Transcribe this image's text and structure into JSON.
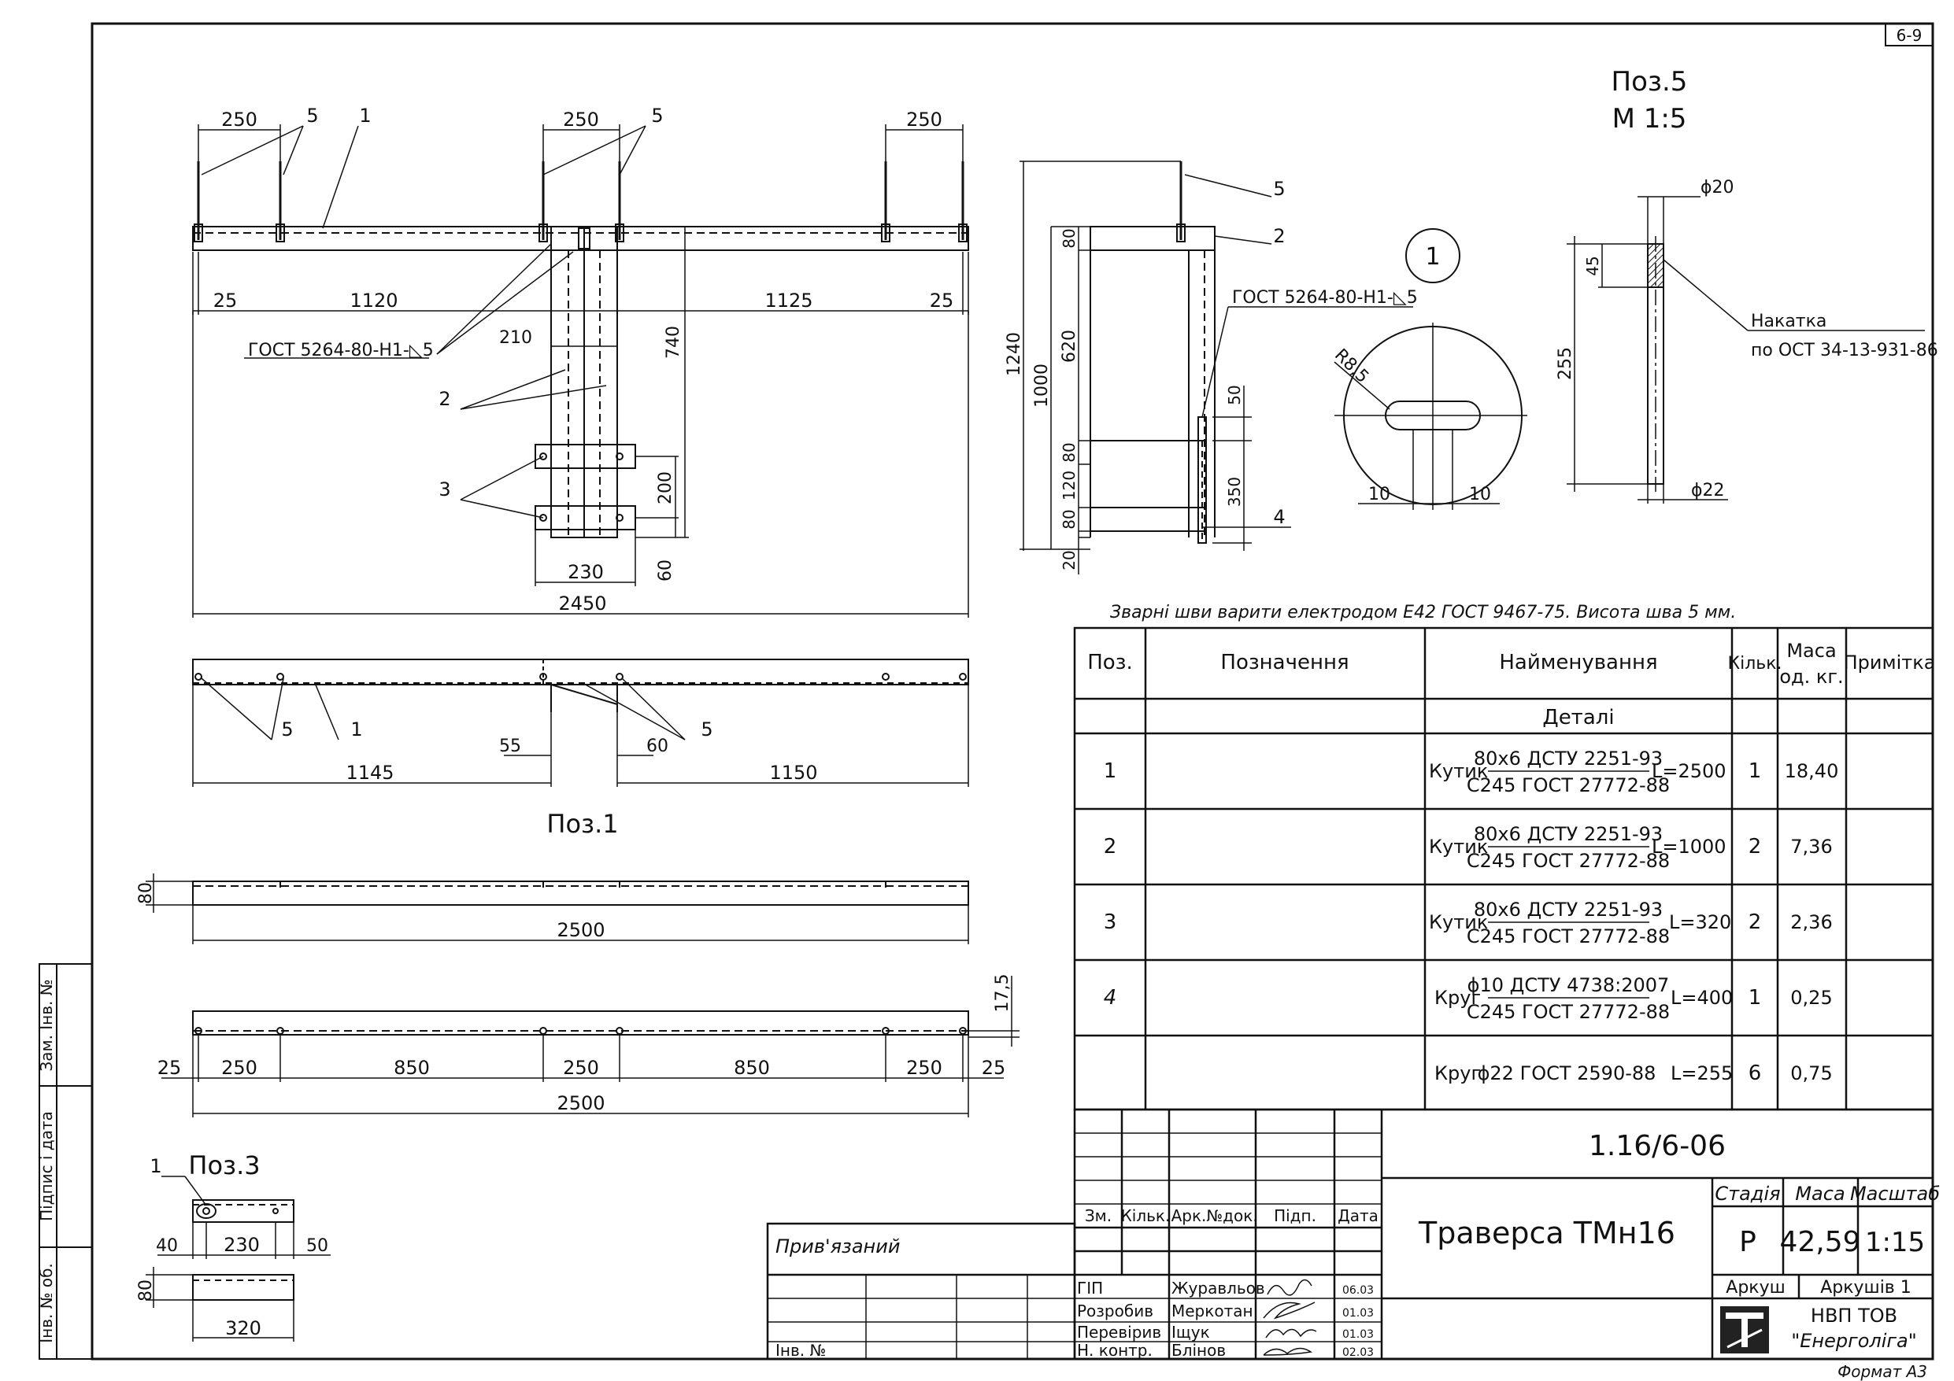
{
  "sheet_no": "6-9",
  "format": "Формат А3",
  "side": {
    "inv_no_sub": "Зам. Інв. №",
    "sign_date": "Підпис і дата",
    "inv_no_orig": "Інв. № об."
  },
  "pos1": {
    "label": "Поз.1",
    "dims": {
      "top_left_250": "250",
      "top_mid_250": "250",
      "top_right_250": "250",
      "d25a": "25",
      "d1120": "1120",
      "d1125": "1125",
      "d25b": "25",
      "d210": "210",
      "d740": "740",
      "d200": "200",
      "d60": "60",
      "d230": "230",
      "d2450": "2450",
      "d1145": "1145",
      "d55": "55",
      "d60b": "60",
      "d1150": "1150",
      "d80": "80",
      "d2500a": "2500",
      "d175": "17,5",
      "b25a": "25",
      "b250a": "250",
      "b850a": "850",
      "b250b": "250",
      "b850b": "850",
      "b250c": "250",
      "b25b": "25",
      "d2500b": "2500"
    },
    "weld_note": "ГОСТ 5264-80-Н1-◺5",
    "callouts": {
      "c1": "1",
      "c2": "2",
      "c3": "3",
      "c5": "5"
    }
  },
  "side_view": {
    "dims": {
      "d1240": "1240",
      "d1000": "1000",
      "d80a": "80",
      "d620": "620",
      "d80b": "80",
      "d120": "120",
      "d80c": "80",
      "d20": "20",
      "d50": "50",
      "d350": "350"
    },
    "weld_note": "ГОСТ 5264-80-Н1-◺5",
    "callouts": {
      "c5": "5",
      "c2": "2",
      "c4": "4"
    }
  },
  "detail1": {
    "label": "1",
    "radius": "R8,5",
    "d10a": "10",
    "d10b": "10"
  },
  "pos5": {
    "label": "Поз.5",
    "scale": "М 1:5",
    "d20": "ϕ20",
    "d45": "45",
    "d255": "255",
    "d22": "ϕ22",
    "knurl1": "Накатка",
    "knurl2": "по ОСТ 34-13-931-86"
  },
  "pos3": {
    "label": "Поз.3",
    "c1": "1",
    "d40": "40",
    "d230": "230",
    "d50": "50",
    "d80": "80",
    "d320": "320"
  },
  "weld_instruction": "Зварні шви варити електродом Е42 ГОСТ 9467-75. Висота шва 5 мм.",
  "spec": {
    "headers": {
      "pos": "Поз.",
      "desig": "Позначення",
      "name": "Найменування",
      "qty": "Кільк.",
      "mass1": "Маса",
      "mass2": "од. кг.",
      "note": "Примітка"
    },
    "section": "Деталі",
    "rows": [
      {
        "pos": "1",
        "kind": "Кутик",
        "top": "80х6 ДСТУ 2251-93",
        "bot": "С245 ГОСТ 27772-88",
        "len": "L=2500",
        "qty": "1",
        "mass": "18,40"
      },
      {
        "pos": "2",
        "kind": "Кутик",
        "top": "80х6 ДСТУ 2251-93",
        "bot": "С245 ГОСТ 27772-88",
        "len": "L=1000",
        "qty": "2",
        "mass": "7,36"
      },
      {
        "pos": "3",
        "kind": "Кутик",
        "top": "80х6 ДСТУ 2251-93",
        "bot": "С245 ГОСТ 27772-88",
        "len": "L=320",
        "qty": "2",
        "mass": "2,36"
      },
      {
        "pos": "4",
        "kind": "Круг",
        "top": "ϕ10 ДСТУ 4738:2007",
        "bot": "С245 ГОСТ 27772-88",
        "len": "L=400",
        "qty": "1",
        "mass": "0,25"
      },
      {
        "pos": "",
        "kind": "Круг",
        "top": "ϕ22 ГОСТ 2590-88",
        "bot": "",
        "len": "L=255",
        "qty": "6",
        "mass": "0,75"
      }
    ]
  },
  "title_block": {
    "code": "1.16/6-06",
    "name": "Траверса ТМн16",
    "stage_label": "Стадія",
    "mass_label": "Маса",
    "scale_label": "Масштаб",
    "stage": "Р",
    "mass": "42,59",
    "scale": "1:15",
    "sheet_label": "Аркуш",
    "sheets_label": "Аркушів 1",
    "company1": "НВП ТОВ",
    "company2": "\"Енерголіга\"",
    "cols": {
      "zm": "Зм.",
      "kilk": "Кільк.",
      "ark": "Арк.",
      "ndok": "№док.",
      "pidp": "Підп.",
      "data": "Дата"
    },
    "people": [
      {
        "role": "ГІП",
        "name": "Журавльов",
        "date": "06.03"
      },
      {
        "role": "Розробив",
        "name": "Меркотан",
        "date": "01.03"
      },
      {
        "role": "Перевірив",
        "name": "Іщук",
        "date": "01.03"
      },
      {
        "role": "Н. контр.",
        "name": "Блінов",
        "date": "02.03"
      }
    ],
    "pryviazanyi": "Прив'язаний",
    "inv_no": "Інв. №"
  }
}
